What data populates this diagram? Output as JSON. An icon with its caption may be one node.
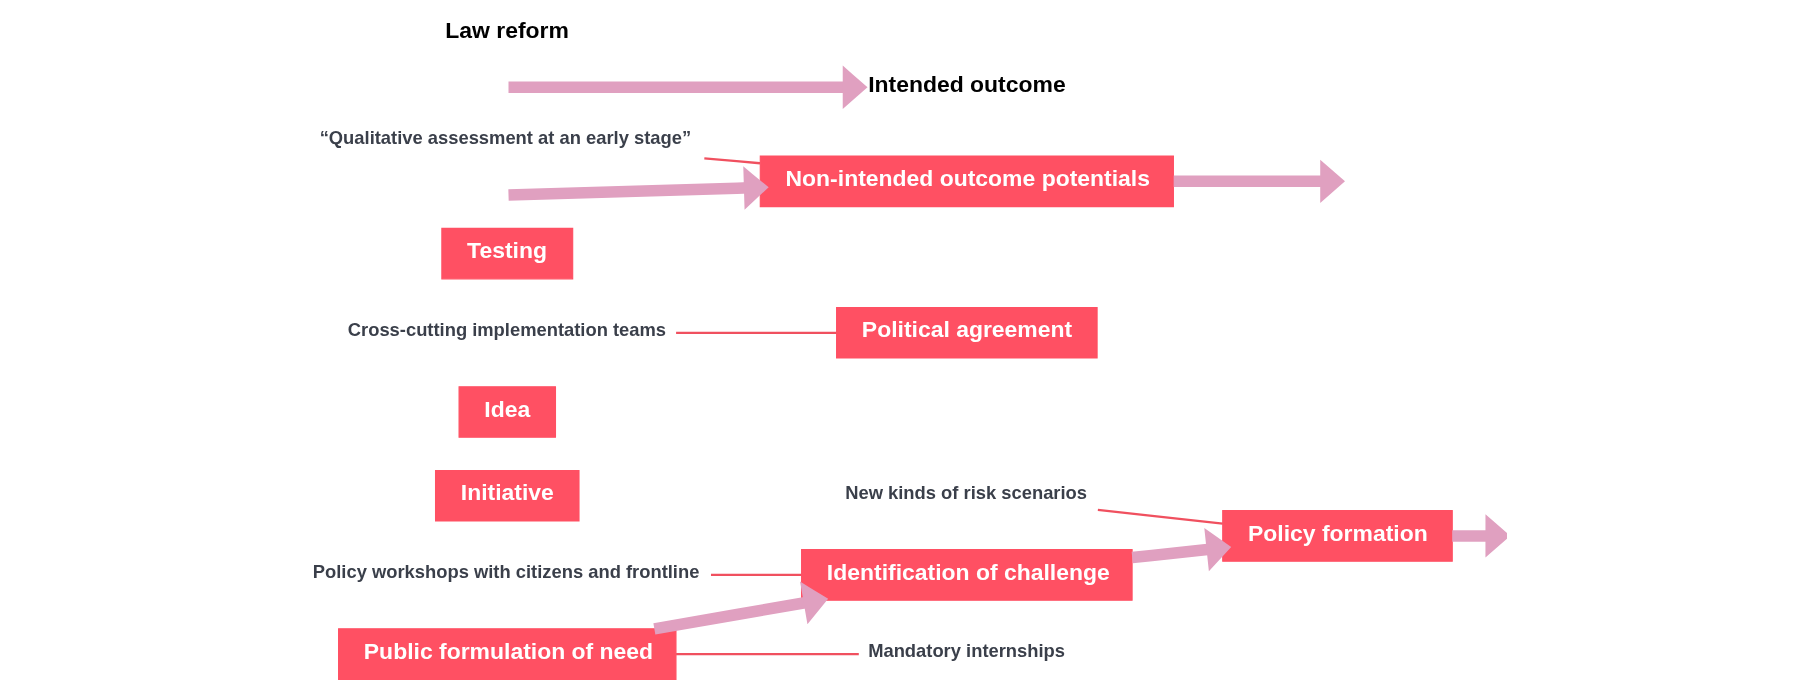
{
  "diagram": {
    "nodes": [
      {
        "text": [
          "Policy formation"
        ]
      },
      {
        "text": [
          "New kinds of risk scenarios"
        ]
      },
      {
        "text": [
          "Initiative"
        ]
      },
      {
        "text": [
          "Idea"
        ]
      },
      {
        "text": [
          "Political agreement"
        ]
      },
      {
        "text": [
          "Cross-cutting implementation teams"
        ]
      },
      {
        "text": [
          "Policy workshops with citizens and frontline"
        ]
      },
      {
        "text": [
          "Identification of challenge"
        ]
      },
      {
        "text": [
          "Public formulation of need"
        ]
      },
      {
        "text": [
          "Mandatory internships"
        ]
      },
      {
        "text": [
          "Testing"
        ]
      },
      {
        "text": [
          "Non-intended outcome potentials"
        ]
      },
      {
        "text": [
          "“Qualitative assessment at an early stage”"
        ]
      },
      {
        "text": [
          "Intended outcome"
        ]
      }
    ],
    "edges": [
      {
        "from": 8,
        "to": 7,
        "arrow": "to",
        "color": "#e0a0c0"
      },
      {
        "from": 7,
        "to": 0,
        "arrow": "to",
        "color": "#e0a0c0"
      },
      {
        "from": 0,
        "to": null,
        "arrow": "to",
        "color": "#e0a0c0"
      },
      {
        "from": null,
        "to": 13,
        "arrow": "to",
        "color": "#e0a0c0"
      },
      {
        "from": null,
        "to": 11,
        "arrow": "to",
        "color": "#e0a0c0"
      },
      {
        "from": 11,
        "to": null,
        "arrow": "to",
        "color": "#e0a0c0"
      },
      {
        "from": 1,
        "to": 0,
        "arrow": "none",
        "color": "#f0505f"
      },
      {
        "from": 5,
        "to": 4,
        "arrow": "none",
        "color": "#f0505f"
      },
      {
        "from": 6,
        "to": 7,
        "arrow": "none",
        "color": "#f0505f"
      },
      {
        "from": 8,
        "to": 9,
        "arrow": "none",
        "color": "#f0505f"
      },
      {
        "from": 12,
        "to": 11,
        "arrow": "none",
        "color": "#f0505f"
      }
    ],
    "labels": [
      "Law reform"
    ]
  }
}
